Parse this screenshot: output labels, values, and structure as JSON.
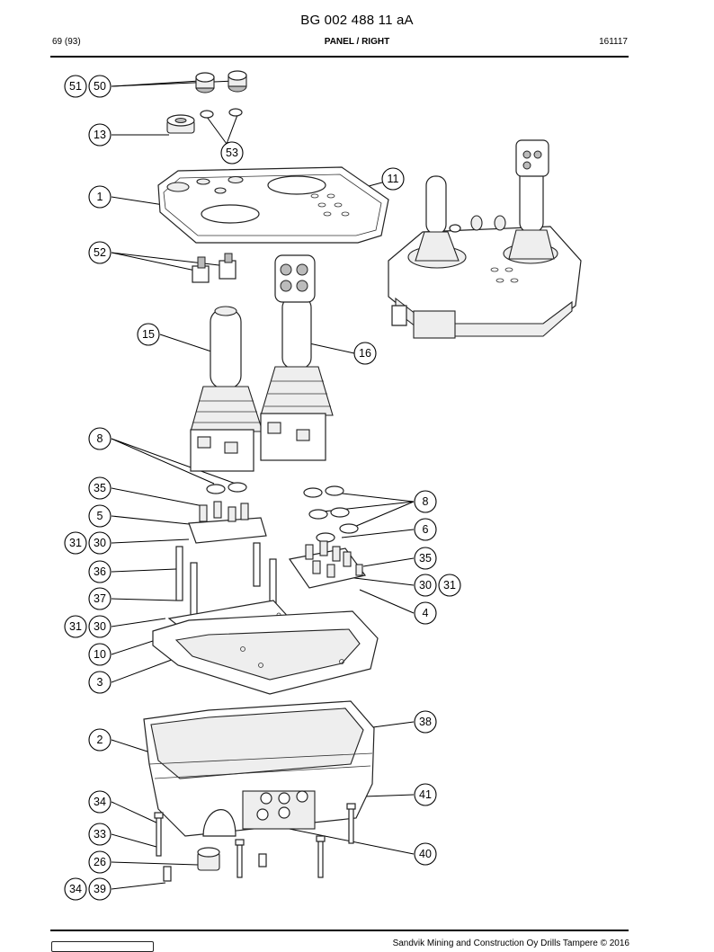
{
  "header": {
    "doc_number": "BG 002 488 11 aA",
    "page": "69 (93)",
    "section": "PANEL / RIGHT",
    "date_code": "161117"
  },
  "footer": {
    "copyright": "Sandvik Mining and Construction Oy Drills Tampere © 2016"
  },
  "callouts": [
    "51",
    "50",
    "13",
    "53",
    "1",
    "11",
    "52",
    "15",
    "16",
    "8",
    "35",
    "5",
    "31",
    "30",
    "36",
    "37",
    "31",
    "30",
    "10",
    "3",
    "8",
    "6",
    "35",
    "30",
    "31",
    "4",
    "38",
    "2",
    "41",
    "34",
    "33",
    "40",
    "26",
    "34",
    "39"
  ]
}
